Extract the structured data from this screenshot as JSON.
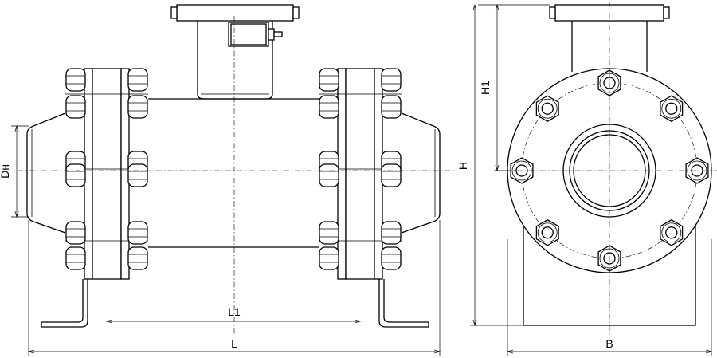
{
  "labels": {
    "dn": "Dн",
    "h1": "H1",
    "h": "H",
    "l1": "L1",
    "l": "L",
    "b": "B"
  }
}
